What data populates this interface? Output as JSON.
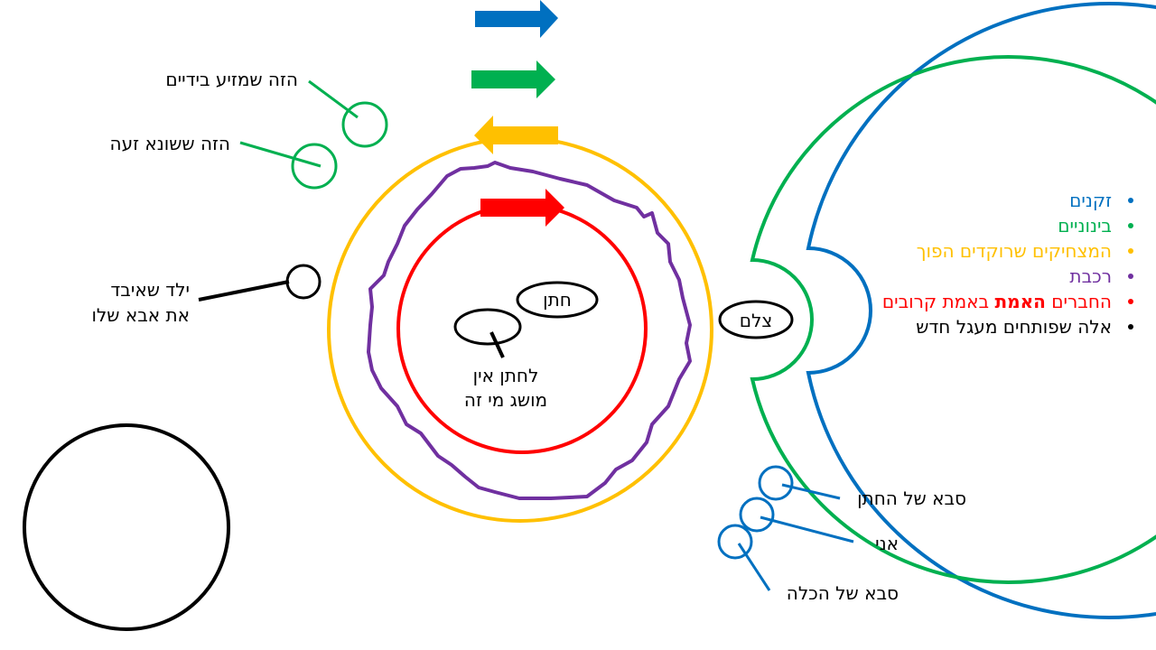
{
  "colors": {
    "blue": "#0070C0",
    "green": "#00B050",
    "yellow": "#FFC000",
    "purple": "#7030A0",
    "red": "#FF0000",
    "black": "#000000"
  },
  "diagram": {
    "rings": [
      {
        "name": "zkenim",
        "color": "#0070C0"
      },
      {
        "name": "beinoniim",
        "color": "#00B050"
      },
      {
        "name": "rokdim",
        "color": "#FFC000"
      },
      {
        "name": "rakevet",
        "color": "#7030A0"
      },
      {
        "name": "chaverim",
        "color": "#FF0000"
      }
    ],
    "labels": {
      "hatan": "חתן",
      "tzelem": "צלם",
      "hatan_note": [
        "לחתן אין",
        "מושג מי זה"
      ],
      "sweaty_hands": "הזה שמזיע בידיים",
      "hates_sweat": "הזה ששונא זעה",
      "lost_child": [
        "ילד שאיבד",
        "את אבא שלו"
      ],
      "groom_grandpa": "סבא של החתן",
      "me": "אני",
      "bride_grandpa": "סבא של הכלה"
    }
  },
  "legend": {
    "items": [
      {
        "text": "זקנים",
        "color": "#0070C0"
      },
      {
        "text": "בינוניים",
        "color": "#00B050"
      },
      {
        "text": "המצחיקים שרוקדים הפוך",
        "color": "#FFC000"
      },
      {
        "text": "רכבת",
        "color": "#7030A0"
      },
      {
        "pre": "החברים ",
        "strong": "האמת",
        "post": " באמת קרובים",
        "color": "#FF0000"
      },
      {
        "text": "אלה שפותחים מעגל חדש",
        "color": "#000000"
      }
    ]
  }
}
